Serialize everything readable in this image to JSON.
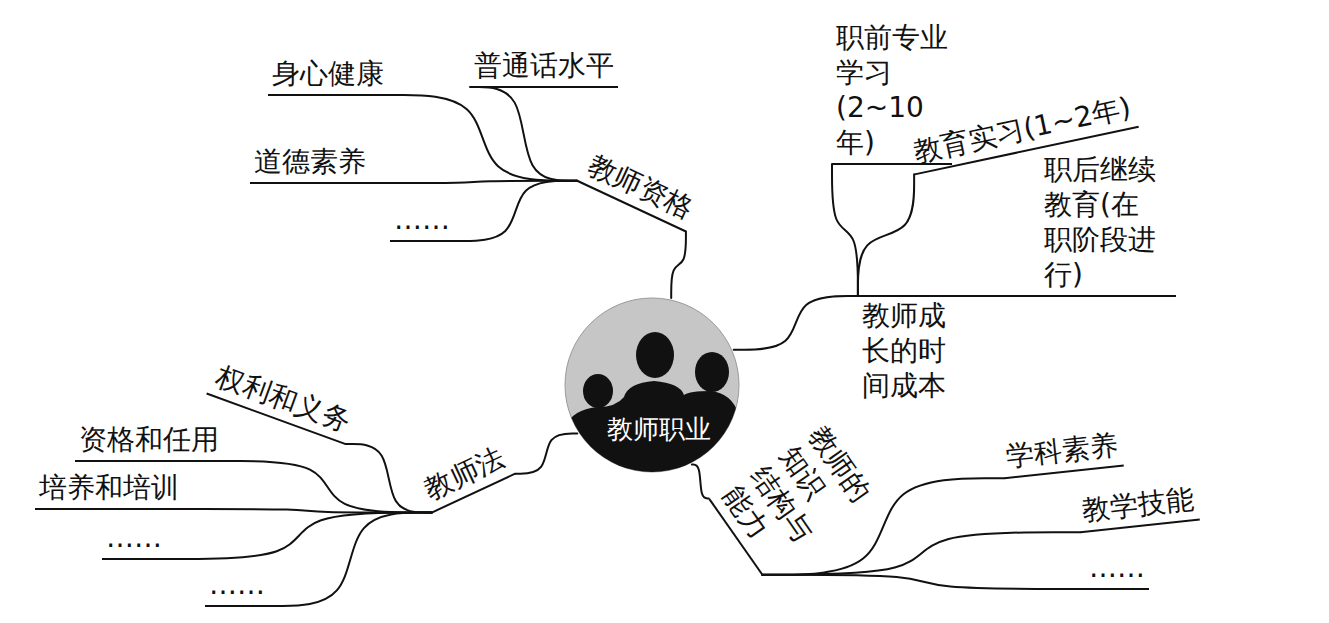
{
  "diagram": {
    "nodes": [
      {
        "text": [
          "教师职业"
        ]
      },
      {
        "text": [
          "教师资格"
        ]
      },
      {
        "text": [
          "身心健康"
        ]
      },
      {
        "text": [
          "普通话水平"
        ]
      },
      {
        "text": [
          "道德素养"
        ]
      },
      {
        "text": [
          "……"
        ]
      },
      {
        "text": [
          "教师成长的时 间成本"
        ]
      },
      {
        "text": [
          "职前专业学习 (2~10年)"
        ]
      },
      {
        "text": [
          "教育实习(1~2年)"
        ]
      },
      {
        "text": [
          "职后继续教育(在 职阶段进行)"
        ]
      },
      {
        "text": [
          "教师的知识 结构与能力"
        ]
      },
      {
        "text": [
          "学科素养"
        ]
      },
      {
        "text": [
          "教学技能"
        ]
      },
      {
        "text": [
          "……"
        ]
      },
      {
        "text": [
          "教师法"
        ]
      },
      {
        "text": [
          "权利和义务"
        ]
      },
      {
        "text": [
          "资格和任用"
        ]
      },
      {
        "text": [
          "培养和培训"
        ]
      },
      {
        "text": [
          "……"
        ]
      },
      {
        "text": [
          "……"
        ]
      }
    ],
    "edges": [
      {
        "from": 0,
        "to": 1,
        "arrow": "none"
      },
      {
        "from": 1,
        "to": 2,
        "arrow": "none"
      },
      {
        "from": 1,
        "to": 3,
        "arrow": "none"
      },
      {
        "from": 1,
        "to": 4,
        "arrow": "none"
      },
      {
        "from": 1,
        "to": 5,
        "arrow": "none"
      },
      {
        "from": 0,
        "to": 6,
        "arrow": "none"
      },
      {
        "from": 6,
        "to": 7,
        "arrow": "none"
      },
      {
        "from": 6,
        "to": 8,
        "arrow": "none"
      },
      {
        "from": 6,
        "to": 9,
        "arrow": "none"
      },
      {
        "from": 0,
        "to": 10,
        "arrow": "none"
      },
      {
        "from": 10,
        "to": 11,
        "arrow": "none"
      },
      {
        "from": 10,
        "to": 12,
        "arrow": "none"
      },
      {
        "from": 10,
        "to": 13,
        "arrow": "none"
      },
      {
        "from": 0,
        "to": 14,
        "arrow": "none"
      },
      {
        "from": 14,
        "to": 15,
        "arrow": "none"
      },
      {
        "from": 14,
        "to": 16,
        "arrow": "none"
      },
      {
        "from": 14,
        "to": 17,
        "arrow": "none"
      },
      {
        "from": 14,
        "to": 18,
        "arrow": "none"
      },
      {
        "from": 14,
        "to": 19,
        "arrow": "none"
      }
    ]
  }
}
